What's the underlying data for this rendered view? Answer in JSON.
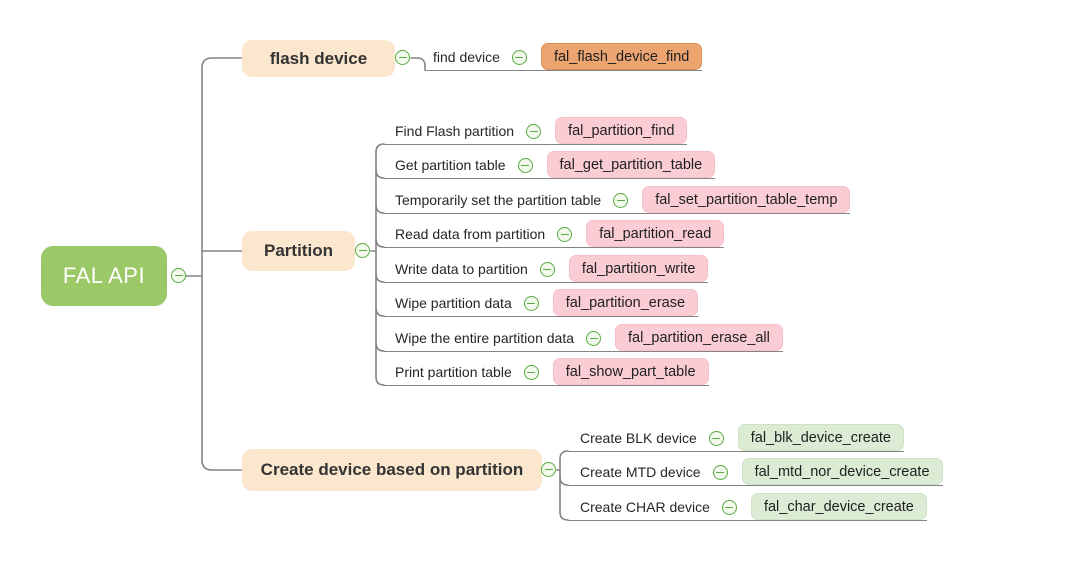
{
  "root": {
    "label": "FAL API"
  },
  "branches": [
    {
      "label": "flash device",
      "children": [
        {
          "label": "find device",
          "chip": "fal_flash_device_find",
          "chip_color": "orange"
        }
      ]
    },
    {
      "label": "Partition",
      "children": [
        {
          "label": "Find Flash partition",
          "chip": "fal_partition_find",
          "chip_color": "pink"
        },
        {
          "label": "Get partition table",
          "chip": "fal_get_partition_table",
          "chip_color": "pink"
        },
        {
          "label": "Temporarily set the partition table",
          "chip": "fal_set_partition_table_temp",
          "chip_color": "pink"
        },
        {
          "label": "Read data from partition",
          "chip": "fal_partition_read",
          "chip_color": "pink"
        },
        {
          "label": "Write data to partition",
          "chip": "fal_partition_write",
          "chip_color": "pink"
        },
        {
          "label": "Wipe partition data",
          "chip": "fal_partition_erase",
          "chip_color": "pink"
        },
        {
          "label": "Wipe the entire partition data",
          "chip": "fal_partition_erase_all",
          "chip_color": "pink"
        },
        {
          "label": "Print partition table",
          "chip": "fal_show_part_table",
          "chip_color": "pink"
        }
      ]
    },
    {
      "label": "Create device based on partition",
      "children": [
        {
          "label": "Create BLK device",
          "chip": "fal_blk_device_create",
          "chip_color": "green"
        },
        {
          "label": "Create MTD device",
          "chip": "fal_mtd_nor_device_create",
          "chip_color": "green"
        },
        {
          "label": "Create CHAR device",
          "chip": "fal_char_device_create",
          "chip_color": "green"
        }
      ]
    }
  ],
  "icons": {
    "collapse": "minus-circle-icon"
  },
  "colors": {
    "root_green": "#9BC968",
    "branch_peach": "#FBE7CE",
    "chip_orange": "#ECA571",
    "chip_pink": "#F9CDD3",
    "chip_green": "#DBEBD4",
    "wire_gray": "#848484",
    "collapse_green": "#58ab41",
    "background": "#FFFFFF"
  }
}
